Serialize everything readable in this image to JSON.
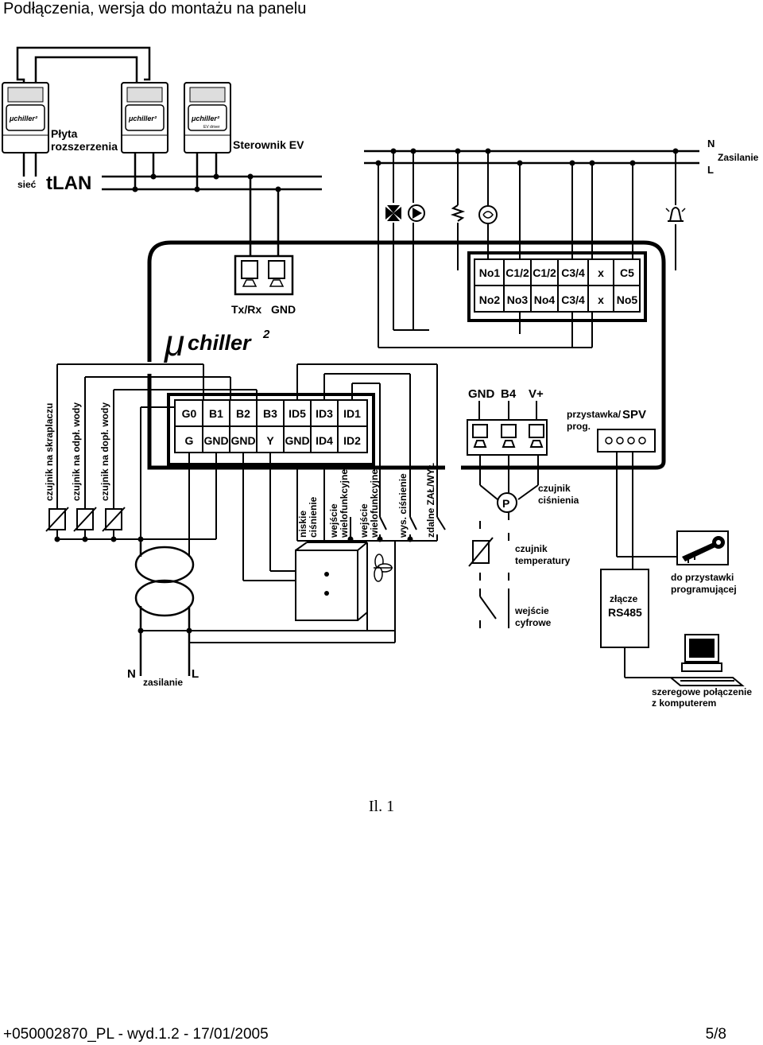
{
  "header": {
    "title": "Podłączenia, wersja do montażu na panelu"
  },
  "network": {
    "label_prefix": "sieć",
    "name": "tLAN",
    "module_logo": "μchiller²",
    "module_sub": "EV driver",
    "expansion_board": [
      "Płyta",
      "rozszerzenia"
    ],
    "ev_driver": "Sterownik EV"
  },
  "power_line": {
    "n": "N",
    "l": "L",
    "supply": "Zasilanie"
  },
  "tx": {
    "txrx": "Tx/Rx",
    "gnd": "GND"
  },
  "controller": {
    "logo_mu": "μ",
    "logo_text": "chiller",
    "logo_sup": "2"
  },
  "relay_terminals": {
    "top": [
      "No1",
      "C1/2",
      "C1/2",
      "C3/4",
      "x",
      "C5"
    ],
    "bottom": [
      "No2",
      "No3",
      "No4",
      "C3/4",
      "x",
      "No5"
    ]
  },
  "input_terminals": {
    "top": [
      "G0",
      "B1",
      "B2",
      "B3",
      "ID5",
      "ID3",
      "ID1"
    ],
    "bottom": [
      "G",
      "GND",
      "GND",
      "Y",
      "GND",
      "ID4",
      "ID2"
    ]
  },
  "probe_terminals": [
    "GND",
    "B4",
    "V+"
  ],
  "prog_key": {
    "line1": "przystawka/",
    "spv": "SPV",
    "line2": "prog."
  },
  "probe_labels": [
    "czujnik na skraplaczu",
    "czujnik na odpł. wody",
    "czujnik na dopł. wody"
  ],
  "digital_input_labels": [
    [
      "niskie",
      "ciśnienie"
    ],
    [
      "wejście",
      "wielofunkcyjne"
    ],
    [
      "wejście",
      "wielofunkcyjne"
    ],
    [
      "wys. ciśnienie"
    ],
    [
      "zdalne ZAŁ/WYŁ"
    ]
  ],
  "right_side": {
    "pressure_symbol": "P",
    "pressure": [
      "czujnik",
      "ciśnienia"
    ],
    "temperature": [
      "czujnik",
      "temperatury"
    ],
    "digital": [
      "wejście",
      "cyfrowe"
    ],
    "rs485": [
      "złącze",
      "RS485"
    ],
    "to_key": [
      "do przystawki",
      "programującej"
    ],
    "serial": [
      "szeregowe połączenie",
      "z komputerem"
    ]
  },
  "supply": {
    "n": "N",
    "label": "zasilanie",
    "l": "L"
  },
  "caption": "Il. 1",
  "footer": {
    "doc": "+050002870_PL - wyd.1.2 - 17/01/2005",
    "page": "5/8"
  }
}
